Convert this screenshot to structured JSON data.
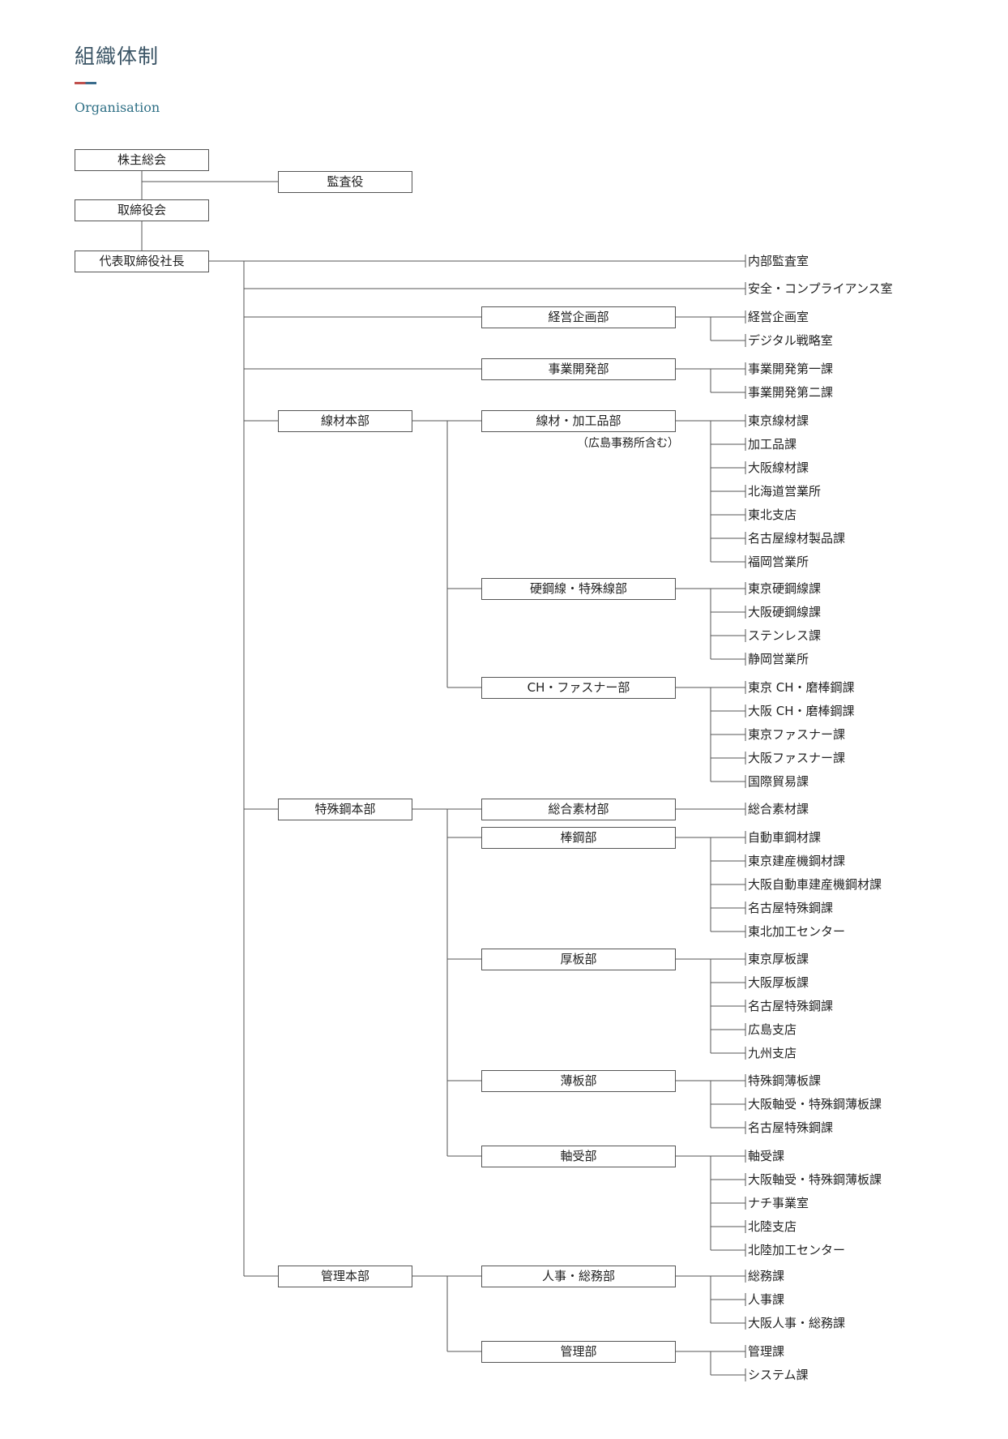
{
  "header": {
    "title": "組織体制",
    "subtitle": "Organisation",
    "accent_colors": [
      "#c0504d",
      "#3a6c8c"
    ]
  },
  "governance": {
    "shareholders": "株主総会",
    "auditor": "監査役",
    "board": "取締役会",
    "president": "代表取締役社長"
  },
  "direct_units": [
    {
      "label": "内部監査室"
    },
    {
      "label": "安全・コンプライアンス室"
    }
  ],
  "direct_departments": [
    {
      "label": "経営企画部",
      "sections": [
        "経営企画室",
        "デジタル戦略室"
      ]
    },
    {
      "label": "事業開発部",
      "sections": [
        "事業開発第一課",
        "事業開発第二課"
      ]
    }
  ],
  "divisions": [
    {
      "label": "線材本部",
      "departments": [
        {
          "label": "線材・加工品部",
          "note": "（広島事務所含む）",
          "sections": [
            "東京線材課",
            "加工品課",
            "大阪線材課",
            "北海道営業所",
            "東北支店",
            "名古屋線材製品課",
            "福岡営業所"
          ]
        },
        {
          "label": "硬鋼線・特殊線部",
          "sections": [
            "東京硬鋼線課",
            "大阪硬鋼線課",
            "ステンレス課",
            "静岡営業所"
          ]
        },
        {
          "label": "CH・ファスナー部",
          "sections": [
            "東京 CH・磨棒鋼課",
            "大阪 CH・磨棒鋼課",
            "東京ファスナー課",
            "大阪ファスナー課",
            "国際貿易課"
          ]
        }
      ]
    },
    {
      "label": "特殊鋼本部",
      "departments": [
        {
          "label": "総合素材部",
          "sections": [
            "総合素材課"
          ]
        },
        {
          "label": "棒鋼部",
          "sections": [
            "自動車鋼材課",
            "東京建産機鋼材課",
            "大阪自動車建産機鋼材課",
            "名古屋特殊鋼課",
            "東北加工センター"
          ]
        },
        {
          "label": "厚板部",
          "sections": [
            "東京厚板課",
            "大阪厚板課",
            "名古屋特殊鋼課",
            "広島支店",
            "九州支店"
          ]
        },
        {
          "label": "薄板部",
          "sections": [
            "特殊鋼薄板課",
            "大阪軸受・特殊鋼薄板課",
            "名古屋特殊鋼課"
          ]
        },
        {
          "label": "軸受部",
          "sections": [
            "軸受課",
            "大阪軸受・特殊鋼薄板課",
            "ナチ事業室",
            "北陸支店",
            "北陸加工センター"
          ]
        }
      ]
    },
    {
      "label": "管理本部",
      "departments": [
        {
          "label": "人事・総務部",
          "sections": [
            "総務課",
            "人事課",
            "大阪人事・総務課"
          ]
        },
        {
          "label": "管理部",
          "sections": [
            "管理課",
            "システム課"
          ]
        }
      ]
    }
  ]
}
